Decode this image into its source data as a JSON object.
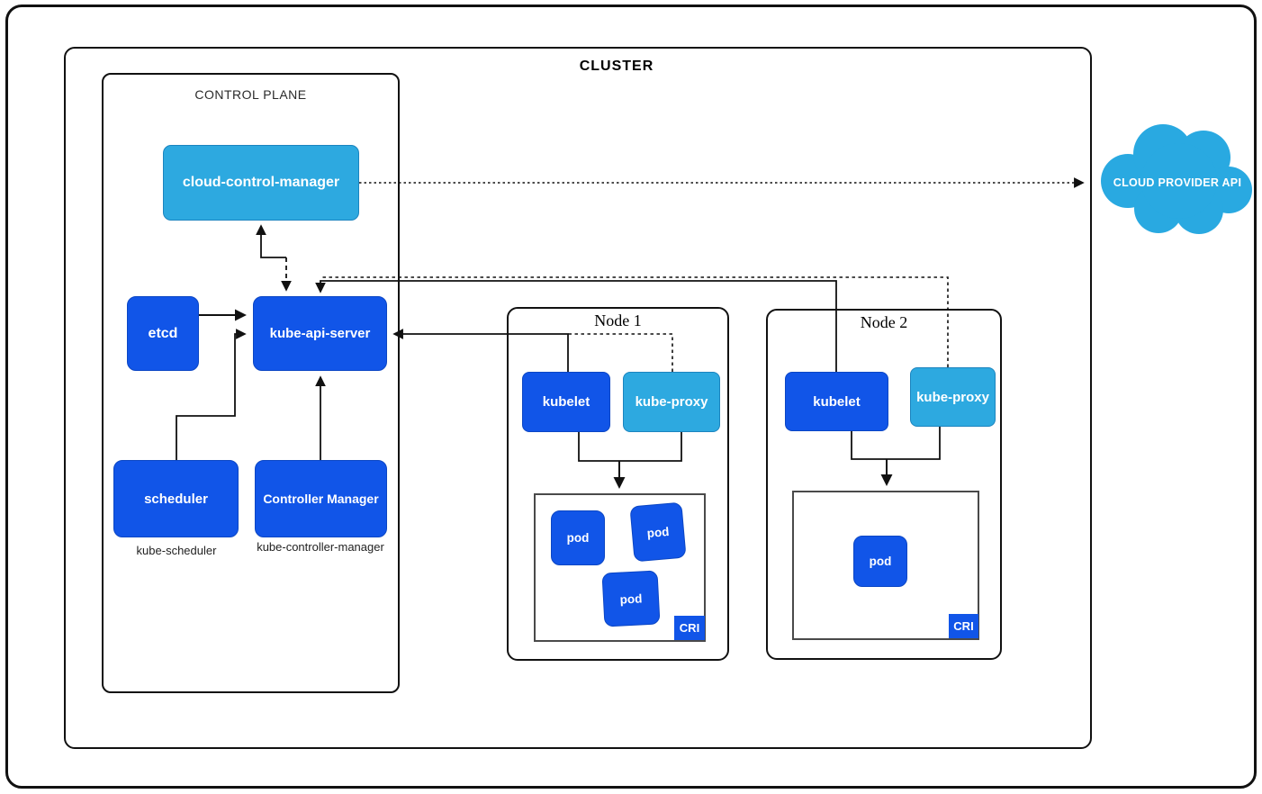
{
  "colors": {
    "primary_blue": "#1155e8",
    "light_blue": "#2da9e0",
    "outline": "#111111",
    "caption_text": "#222222"
  },
  "cluster": {
    "title": "CLUSTER"
  },
  "control_plane": {
    "title": "CONTROL PLANE",
    "cloud_control_manager": "cloud-control-manager",
    "etcd": "etcd",
    "kube_api_server": "kube-api-server",
    "scheduler": "scheduler",
    "scheduler_caption": "kube-scheduler",
    "controller_manager": "Controller Manager",
    "controller_manager_caption": "kube-controller-manager"
  },
  "nodes": [
    {
      "title": "Node 1",
      "kubelet": "kubelet",
      "kube_proxy": "kube-proxy",
      "cri": "CRI",
      "pods": [
        "pod",
        "pod",
        "pod"
      ]
    },
    {
      "title": "Node 2",
      "kubelet": "kubelet",
      "kube_proxy": "kube-proxy",
      "cri": "CRI",
      "pods": [
        "pod"
      ]
    }
  ],
  "external": {
    "cloud_provider_api": "CLOUD PROVIDER API"
  }
}
